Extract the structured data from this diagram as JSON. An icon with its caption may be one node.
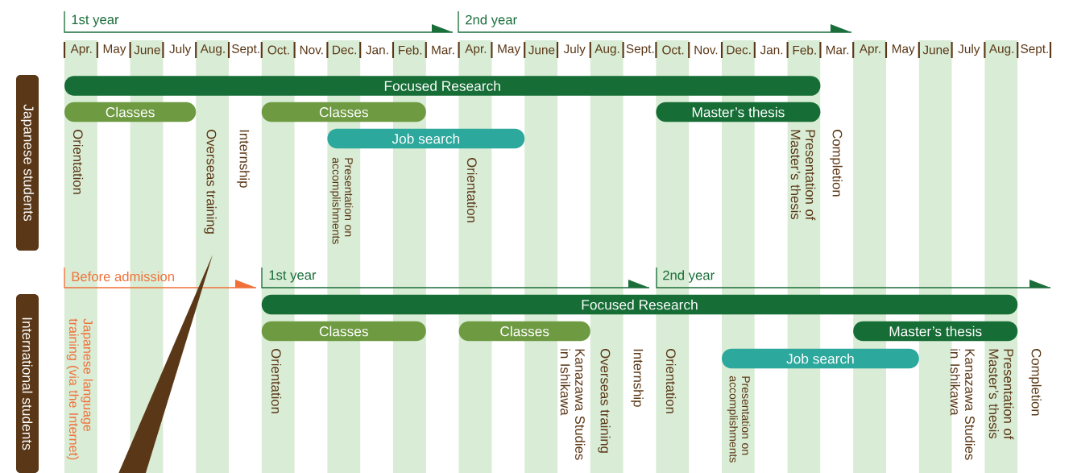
{
  "diagram": {
    "nodes": [
      {
        "text": [
          "Japanese students"
        ]
      },
      {
        "text": [
          "Focused Research"
        ]
      },
      {
        "text": [
          "Classes"
        ]
      },
      {
        "text": [
          "Classes"
        ]
      },
      {
        "text": [
          "Job search"
        ]
      },
      {
        "text": [
          "Master’s thesis"
        ]
      },
      {
        "text": [
          "International students"
        ]
      },
      {
        "text": [
          "Focused Research"
        ]
      },
      {
        "text": [
          "Classes"
        ]
      },
      {
        "text": [
          "Classes"
        ]
      },
      {
        "text": [
          "Master’s thesis"
        ]
      },
      {
        "text": [
          "Job search"
        ]
      }
    ],
    "labels": [
      "1st year",
      "2nd year",
      "Apr.",
      "May",
      "June",
      "July",
      "Aug.",
      "Sept.",
      "Oct.",
      "Nov.",
      "Dec.",
      "Jan.",
      "Feb.",
      "Mar.",
      "Apr.",
      "May",
      "June",
      "July",
      "Aug.",
      "Sept.",
      "Oct.",
      "Nov.",
      "Dec.",
      "Jan.",
      "Feb.",
      "Mar.",
      "Apr.",
      "May",
      "June",
      "July",
      "Aug.",
      "Sept.",
      "Orientation",
      "Overseas training",
      "Internship",
      "Presentation on accomplishments",
      "Orientation",
      "Presentation of Master’s thesis",
      "Completion",
      "Before admission",
      "1st year",
      "2nd year",
      "Japanese language training (via the Internet)",
      "Orientation",
      "Kanazawa Studies in Ishikawa",
      "Overseas training",
      "Internship",
      "Orientation",
      "Presentation on accomplishments",
      "Kanazawa Studies in Ishikawa",
      "Presentation of Master’s thesis",
      "Completion"
    ]
  }
}
